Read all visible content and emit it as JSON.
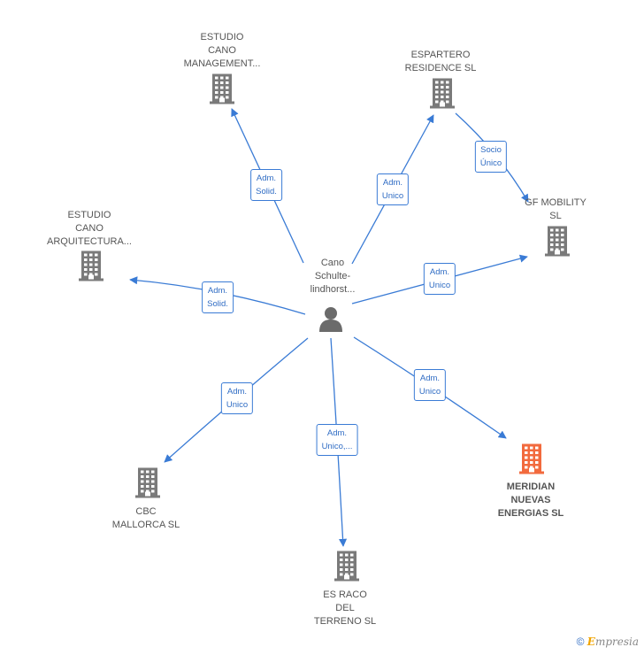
{
  "center": {
    "label": "Cano\nSchulte-\nlindhorst..."
  },
  "nodes": [
    {
      "id": "estudio-cano-management",
      "label": "ESTUDIO\nCANO\nMANAGEMENT..."
    },
    {
      "id": "espartero-residence",
      "label": "ESPARTERO\nRESIDENCE SL"
    },
    {
      "id": "gf-mobility",
      "label": "GF MOBILITY\nSL"
    },
    {
      "id": "estudio-cano-arquitectura",
      "label": "ESTUDIO\nCANO\nARQUITECTURA..."
    },
    {
      "id": "cbc-mallorca",
      "label": "CBC\nMALLORCA SL"
    },
    {
      "id": "es-raco-del-terreno",
      "label": "ES RACO\nDEL\nTERRENO SL"
    },
    {
      "id": "meridian-nuevas-energias",
      "label": "MERIDIAN\nNUEVAS\nENERGIAS SL",
      "highlight": true
    }
  ],
  "edges": [
    {
      "label": "Adm.\nSolid."
    },
    {
      "label": "Adm.\nUnico"
    },
    {
      "label": "Socio\nÚnico"
    },
    {
      "label": "Adm.\nUnico"
    },
    {
      "label": "Adm.\nSolid."
    },
    {
      "label": "Adm.\nUnico"
    },
    {
      "label": "Adm.\nUnico,..."
    },
    {
      "label": "Adm.\nUnico"
    }
  ],
  "colors": {
    "edge": "#3a7bd5",
    "building": "#7a7a7a",
    "highlight": "#f26a3d",
    "person": "#6b6b6b"
  },
  "footer": {
    "copyright": "©",
    "brand_e": "E",
    "brand_rest": "mpresia"
  }
}
